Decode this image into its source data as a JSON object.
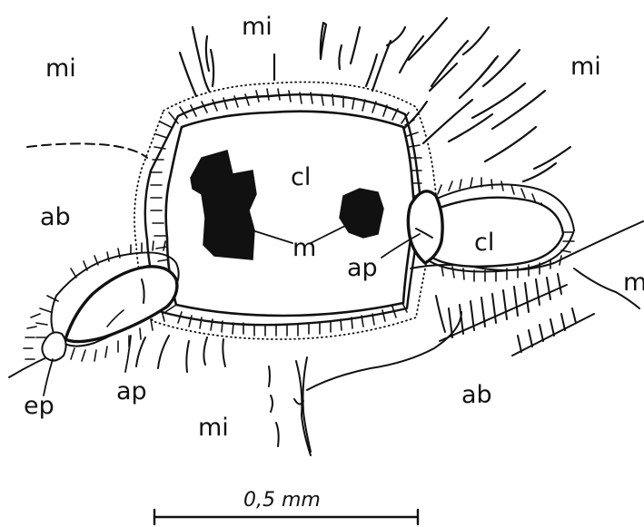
{
  "labels": {
    "mi": "mi",
    "ab": "ab",
    "cl": "cl",
    "m": "m",
    "ap": "ap",
    "ep": "ep",
    "scale": "0,5 mm"
  },
  "colors": {
    "ink": "#111111",
    "paper": "#ffffff"
  }
}
